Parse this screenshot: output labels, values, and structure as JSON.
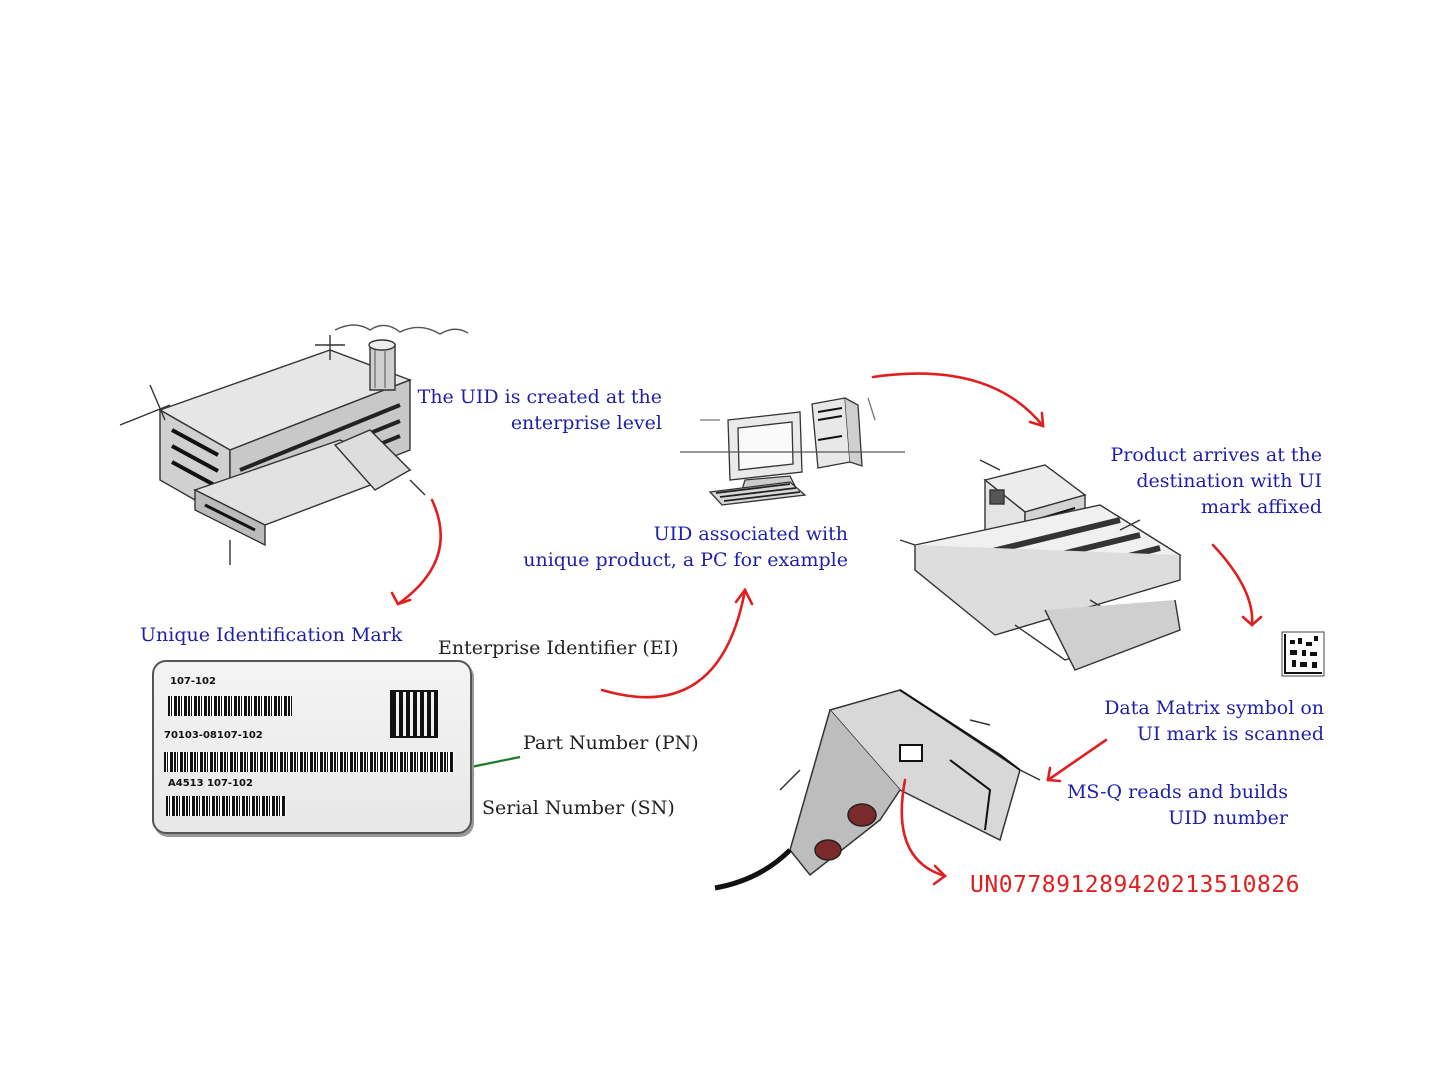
{
  "captions": {
    "enterprise_level": [
      "The UID is created at the",
      "enterprise level"
    ],
    "associated": [
      "UID associated with",
      "unique product, a PC for example"
    ],
    "arrives": [
      "Product arrives at the",
      "destination with UI",
      "mark affixed"
    ],
    "scanned": [
      "Data Matrix symbol on",
      "UI mark is scanned"
    ],
    "reads": [
      "MS-Q reads and builds",
      "UID number"
    ],
    "mark_title": "Unique Identification Mark",
    "ei": "Enterprise Identifier (EI)",
    "pn": "Part Number (PN)",
    "sn": "Serial Number (SN)"
  },
  "label": {
    "line1": "107-102",
    "line2": "70103-08107-102",
    "line3": "A4513 107-102"
  },
  "uid_number": "UN077891289420213510826",
  "colors": {
    "caption": "#1f1fa8",
    "arrow_red": "#e02020",
    "arrow_green": "#1b7a2a",
    "uid": "#e02020"
  }
}
